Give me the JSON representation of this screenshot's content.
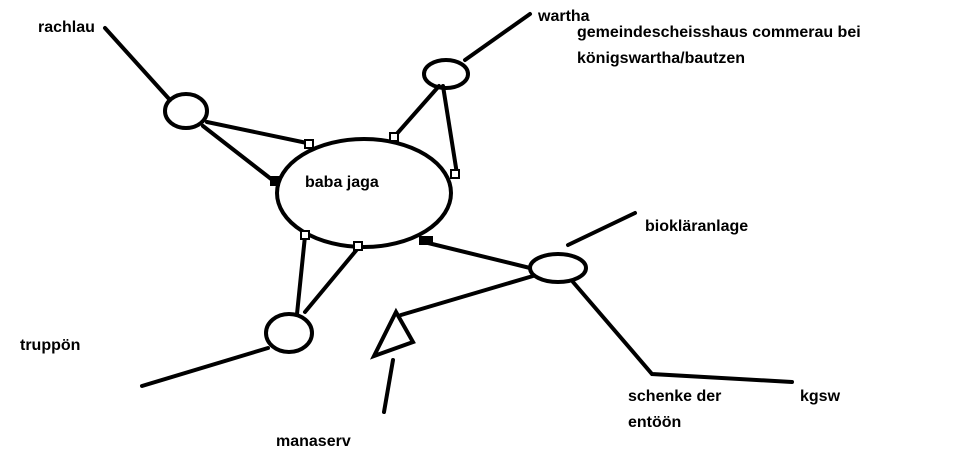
{
  "labels": {
    "rachlau": "rachlau",
    "wartha": "wartha",
    "gemeinde": "gemeindescheisshaus commerau bei königswartha/bautzen",
    "baba": "baba jaga",
    "biokl": "biokläranlage",
    "truppoen": "truppön",
    "schenke_line1": "schenke der",
    "schenke_line2": "entöön",
    "kgsw": "kgsw",
    "manaserv": "manaserv"
  },
  "colors": {
    "stroke": "#000000",
    "background": "#ffffff"
  }
}
